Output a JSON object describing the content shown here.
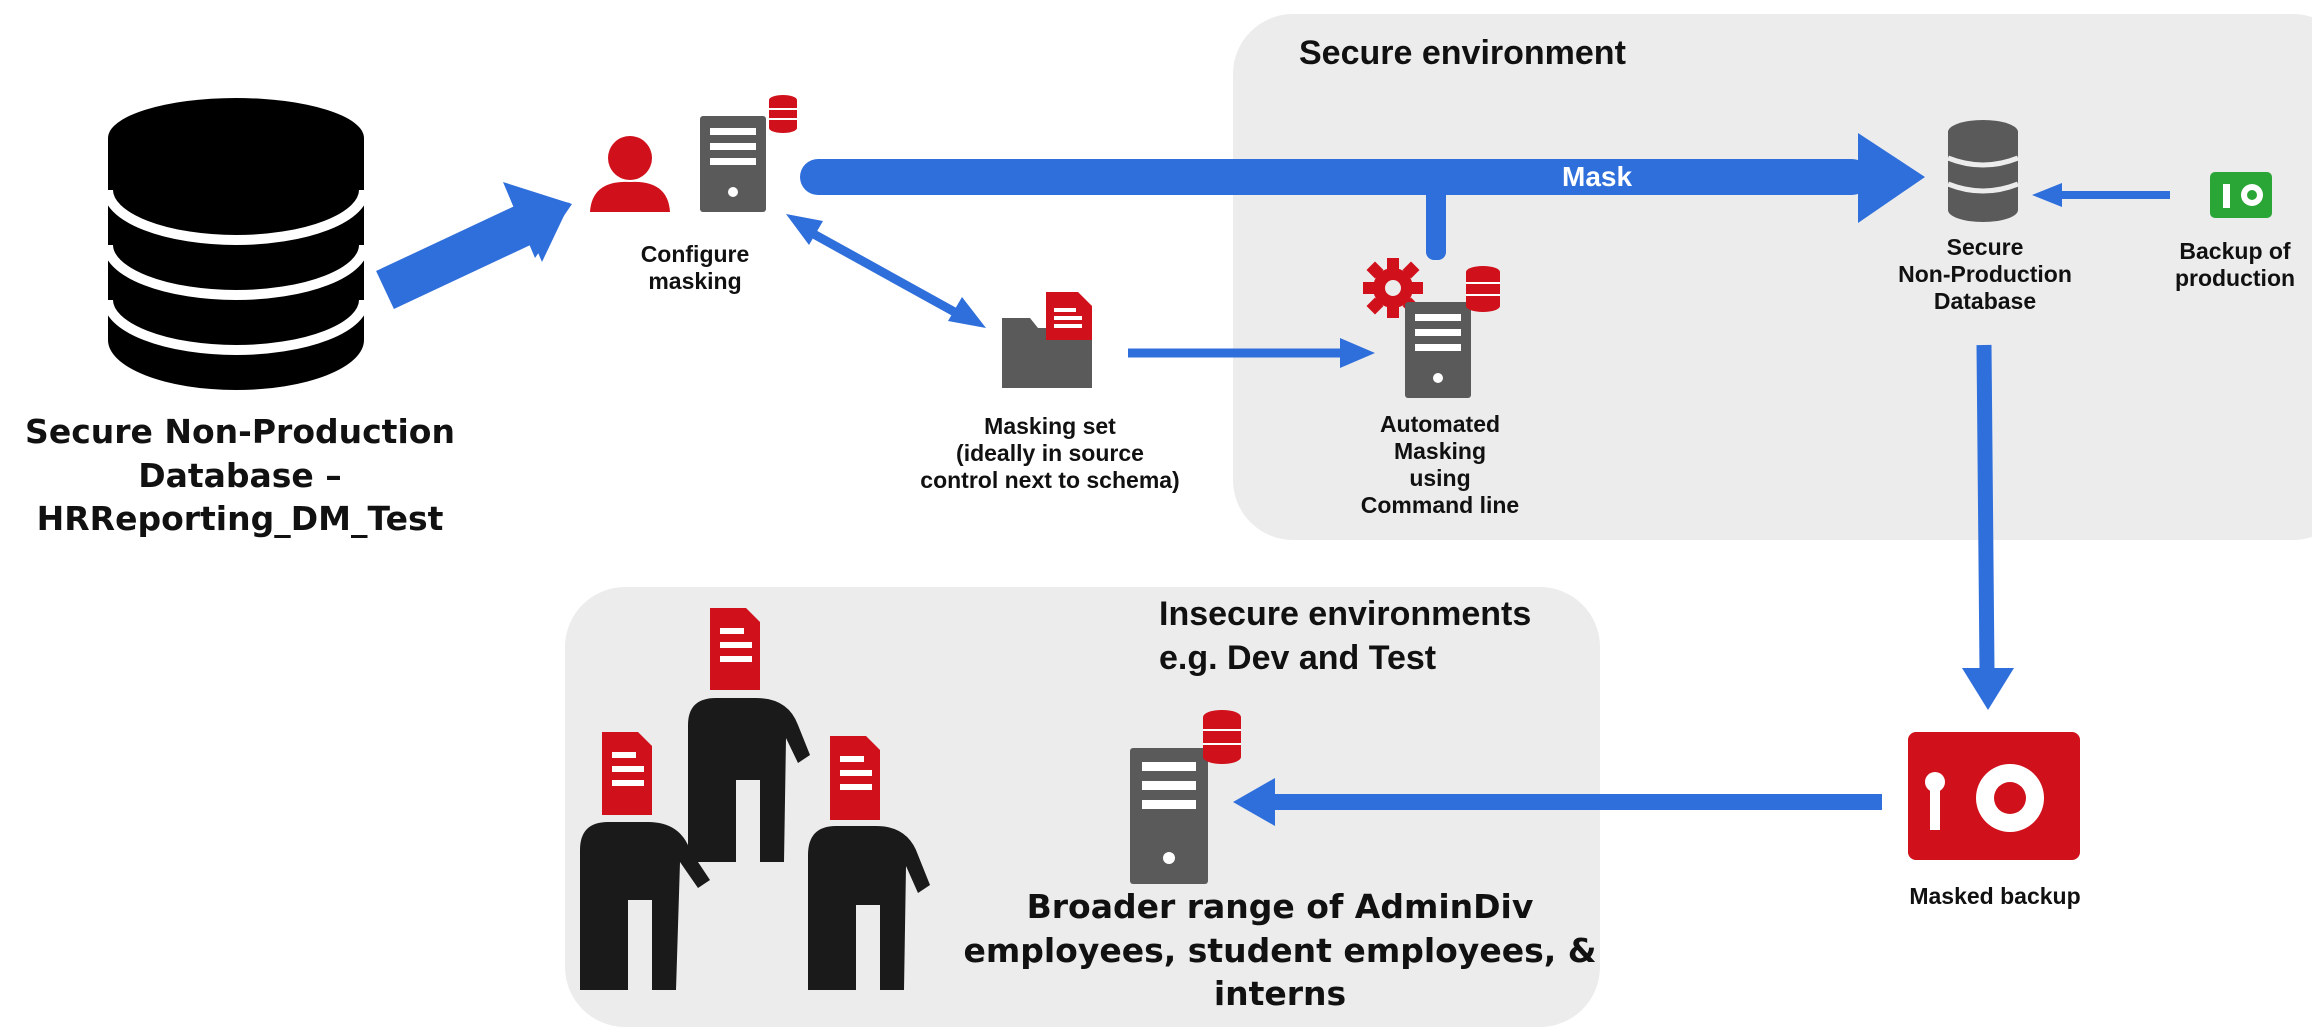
{
  "regions": {
    "secure": {
      "title": "Secure environment"
    },
    "insecure": {
      "title_line1": "Insecure environments",
      "title_line2": "e.g. Dev and Test"
    }
  },
  "nodes": {
    "source_db": {
      "label": "Secure Non-Production\nDatabase –\nHRReporting_DM_Test"
    },
    "configure": {
      "label": "Configure\nmasking"
    },
    "masking_set": {
      "label": "Masking set\n(ideally in source\ncontrol next to schema)"
    },
    "automated": {
      "label": "Automated\nMasking\nusing\nCommand line"
    },
    "secure_db": {
      "label": "Secure\nNon-Production\nDatabase"
    },
    "backup_prod": {
      "label": "Backup of\nproduction"
    },
    "masked_backup": {
      "label": "Masked backup"
    },
    "broader": {
      "label": "Broader range of AdminDiv\nemployees, student employees, &\ninterns"
    }
  },
  "arrows": {
    "mask_label": "Mask"
  },
  "colors": {
    "arrow_blue": "#2f6fdb",
    "red": "#d0101a",
    "gray_icon": "#5a5a5a",
    "green": "#2aa636",
    "region_bg": "#ececec"
  },
  "icons": [
    "database-icon",
    "person-icon",
    "server-icon",
    "folder-icon",
    "document-icon",
    "gear-icon",
    "backup-icon",
    "people-icon"
  ]
}
